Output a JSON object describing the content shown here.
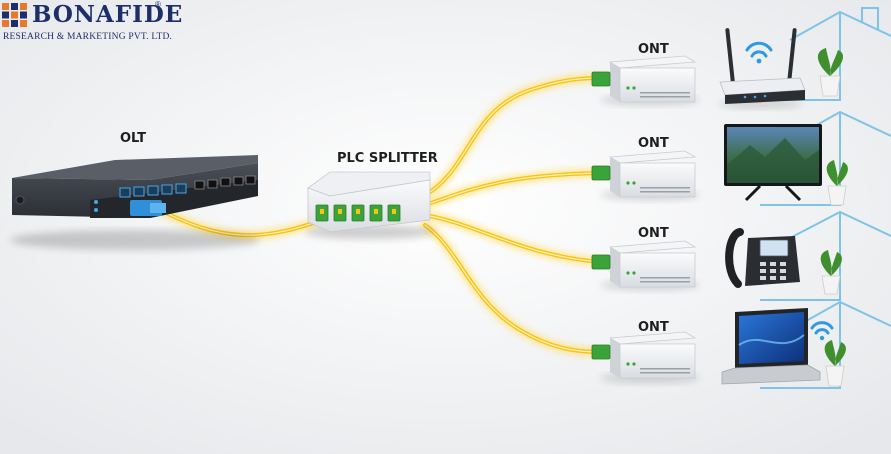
{
  "logo": {
    "brand": "BONAFIDE",
    "registered": "®",
    "tagline": "RESEARCH & MARKETING PVT. LTD."
  },
  "labels": {
    "olt": "OLT",
    "splitter": "PLC SPLITTER",
    "ont": [
      "ONT",
      "ONT",
      "ONT",
      "ONT"
    ]
  },
  "devices": [
    "wifi-router-icon",
    "television-icon",
    "ip-phone-icon",
    "laptop-icon"
  ],
  "colors": {
    "fiber": "#f7c416",
    "fiber_glow": "#ffd84a",
    "connector_green": "#3aa339",
    "connector_blue": "#2f8fd8",
    "olt_body": "#2e3137",
    "house_outline": "#7fc4e6",
    "logo_blue": "#1d2e6b",
    "logo_orange": "#e8782a"
  }
}
